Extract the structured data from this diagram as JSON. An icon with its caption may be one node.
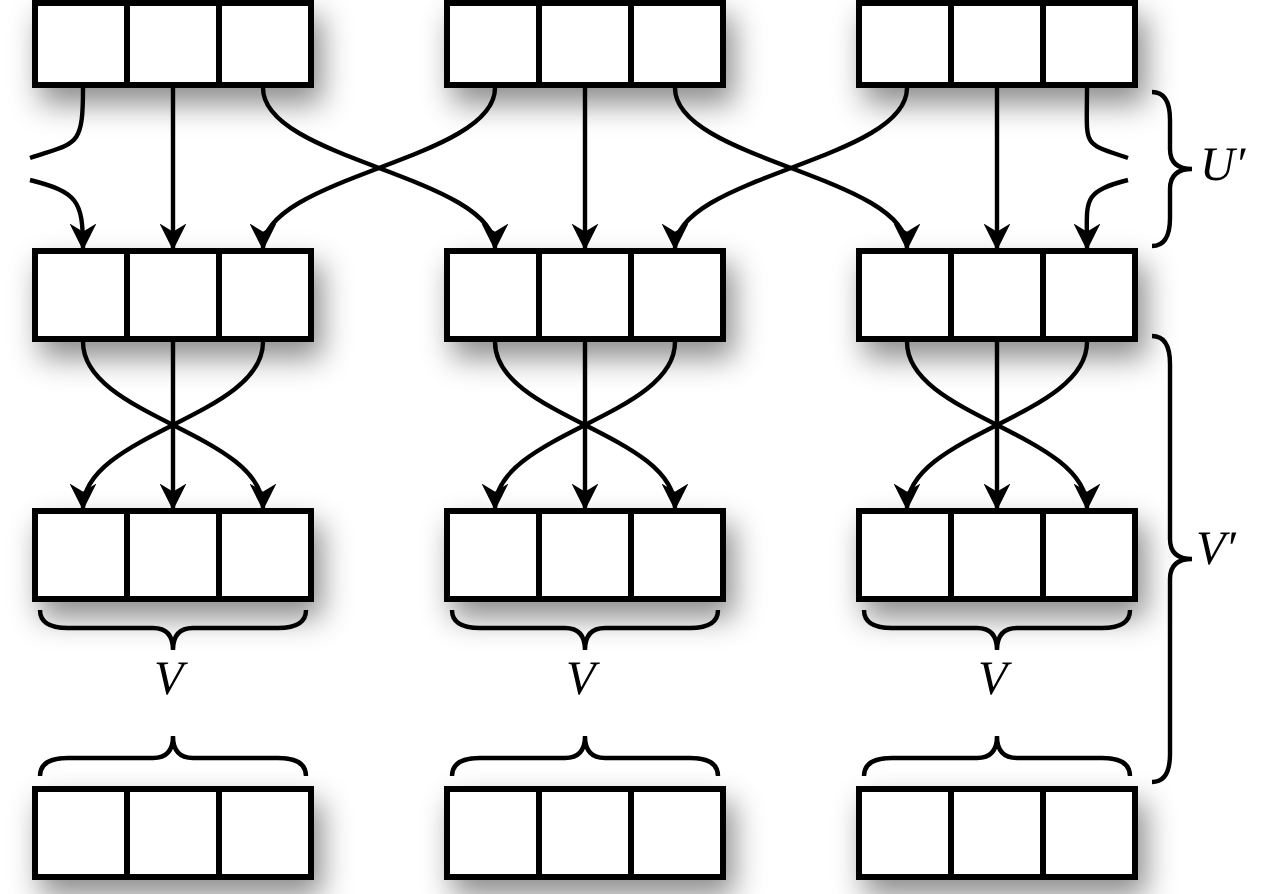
{
  "diagram": {
    "nodes": [
      {
        "text": [],
        "shape": "box"
      },
      {
        "text": [],
        "shape": "box",
        "in": 0
      },
      {
        "text": [],
        "shape": "box",
        "in": 0
      },
      {
        "text": [],
        "shape": "box",
        "in": 0
      },
      {
        "text": [],
        "shape": "box"
      },
      {
        "text": [],
        "shape": "box",
        "in": 4
      },
      {
        "text": [],
        "shape": "box",
        "in": 4
      },
      {
        "text": [],
        "shape": "box",
        "in": 4
      },
      {
        "text": [],
        "shape": "box"
      },
      {
        "text": [],
        "shape": "box",
        "in": 8
      },
      {
        "text": [],
        "shape": "box",
        "in": 8
      },
      {
        "text": [],
        "shape": "box",
        "in": 8
      },
      {
        "text": [],
        "shape": "box"
      },
      {
        "text": [],
        "shape": "box",
        "in": 12
      },
      {
        "text": [],
        "shape": "box",
        "in": 12
      },
      {
        "text": [],
        "shape": "box",
        "in": 12
      },
      {
        "text": [],
        "shape": "box"
      },
      {
        "text": [],
        "shape": "box",
        "in": 16
      },
      {
        "text": [],
        "shape": "box",
        "in": 16
      },
      {
        "text": [],
        "shape": "box",
        "in": 16
      },
      {
        "text": [],
        "shape": "box"
      },
      {
        "text": [],
        "shape": "box",
        "in": 20
      },
      {
        "text": [],
        "shape": "box",
        "in": 20
      },
      {
        "text": [],
        "shape": "box",
        "in": 20
      },
      {
        "text": [],
        "shape": "box"
      },
      {
        "text": [],
        "shape": "box",
        "in": 24
      },
      {
        "text": [],
        "shape": "box",
        "in": 24
      },
      {
        "text": [],
        "shape": "box",
        "in": 24
      },
      {
        "text": [],
        "shape": "box"
      },
      {
        "text": [],
        "shape": "box",
        "in": 28
      },
      {
        "text": [],
        "shape": "box",
        "in": 28
      },
      {
        "text": [],
        "shape": "box",
        "in": 28
      },
      {
        "text": [],
        "shape": "box"
      },
      {
        "text": [],
        "shape": "box",
        "in": 32
      },
      {
        "text": [],
        "shape": "box",
        "in": 32
      },
      {
        "text": [],
        "shape": "box",
        "in": 32
      },
      {
        "text": [],
        "shape": "box"
      },
      {
        "text": [],
        "shape": "box",
        "in": 36
      },
      {
        "text": [],
        "shape": "box",
        "in": 36
      },
      {
        "text": [],
        "shape": "box",
        "in": 36
      },
      {
        "text": [],
        "shape": "box"
      },
      {
        "text": [],
        "shape": "box",
        "in": 40
      },
      {
        "text": [],
        "shape": "box",
        "in": 40
      },
      {
        "text": [],
        "shape": "box",
        "in": 40
      },
      {
        "text": [],
        "shape": "box"
      },
      {
        "text": [],
        "shape": "box",
        "in": 44
      },
      {
        "text": [],
        "shape": "box",
        "in": 44
      },
      {
        "text": [],
        "shape": "box",
        "in": 44
      }
    ],
    "edges": [
      {
        "from": 1,
        "to": null,
        "arrow": "none"
      },
      {
        "from": null,
        "to": 13,
        "arrow": "to"
      },
      {
        "from": 2,
        "to": 14,
        "arrow": "to"
      },
      {
        "from": 3,
        "to": 17,
        "arrow": "to"
      },
      {
        "from": 5,
        "to": 15,
        "arrow": "to"
      },
      {
        "from": 6,
        "to": 18,
        "arrow": "to"
      },
      {
        "from": 7,
        "to": 21,
        "arrow": "to"
      },
      {
        "from": 9,
        "to": 19,
        "arrow": "to"
      },
      {
        "from": 10,
        "to": 22,
        "arrow": "to"
      },
      {
        "from": 11,
        "to": null,
        "arrow": "none"
      },
      {
        "from": null,
        "to": 23,
        "arrow": "to"
      },
      {
        "from": 13,
        "to": 27,
        "arrow": "to"
      },
      {
        "from": 14,
        "to": 26,
        "arrow": "to"
      },
      {
        "from": 15,
        "to": 25,
        "arrow": "to"
      },
      {
        "from": 17,
        "to": 31,
        "arrow": "to"
      },
      {
        "from": 18,
        "to": 30,
        "arrow": "to"
      },
      {
        "from": 19,
        "to": 29,
        "arrow": "to"
      },
      {
        "from": 21,
        "to": 35,
        "arrow": "to"
      },
      {
        "from": 22,
        "to": 34,
        "arrow": "to"
      },
      {
        "from": 23,
        "to": 33,
        "arrow": "to"
      }
    ],
    "labels": [
      "U′",
      "V′",
      "V",
      "V",
      "V"
    ]
  }
}
